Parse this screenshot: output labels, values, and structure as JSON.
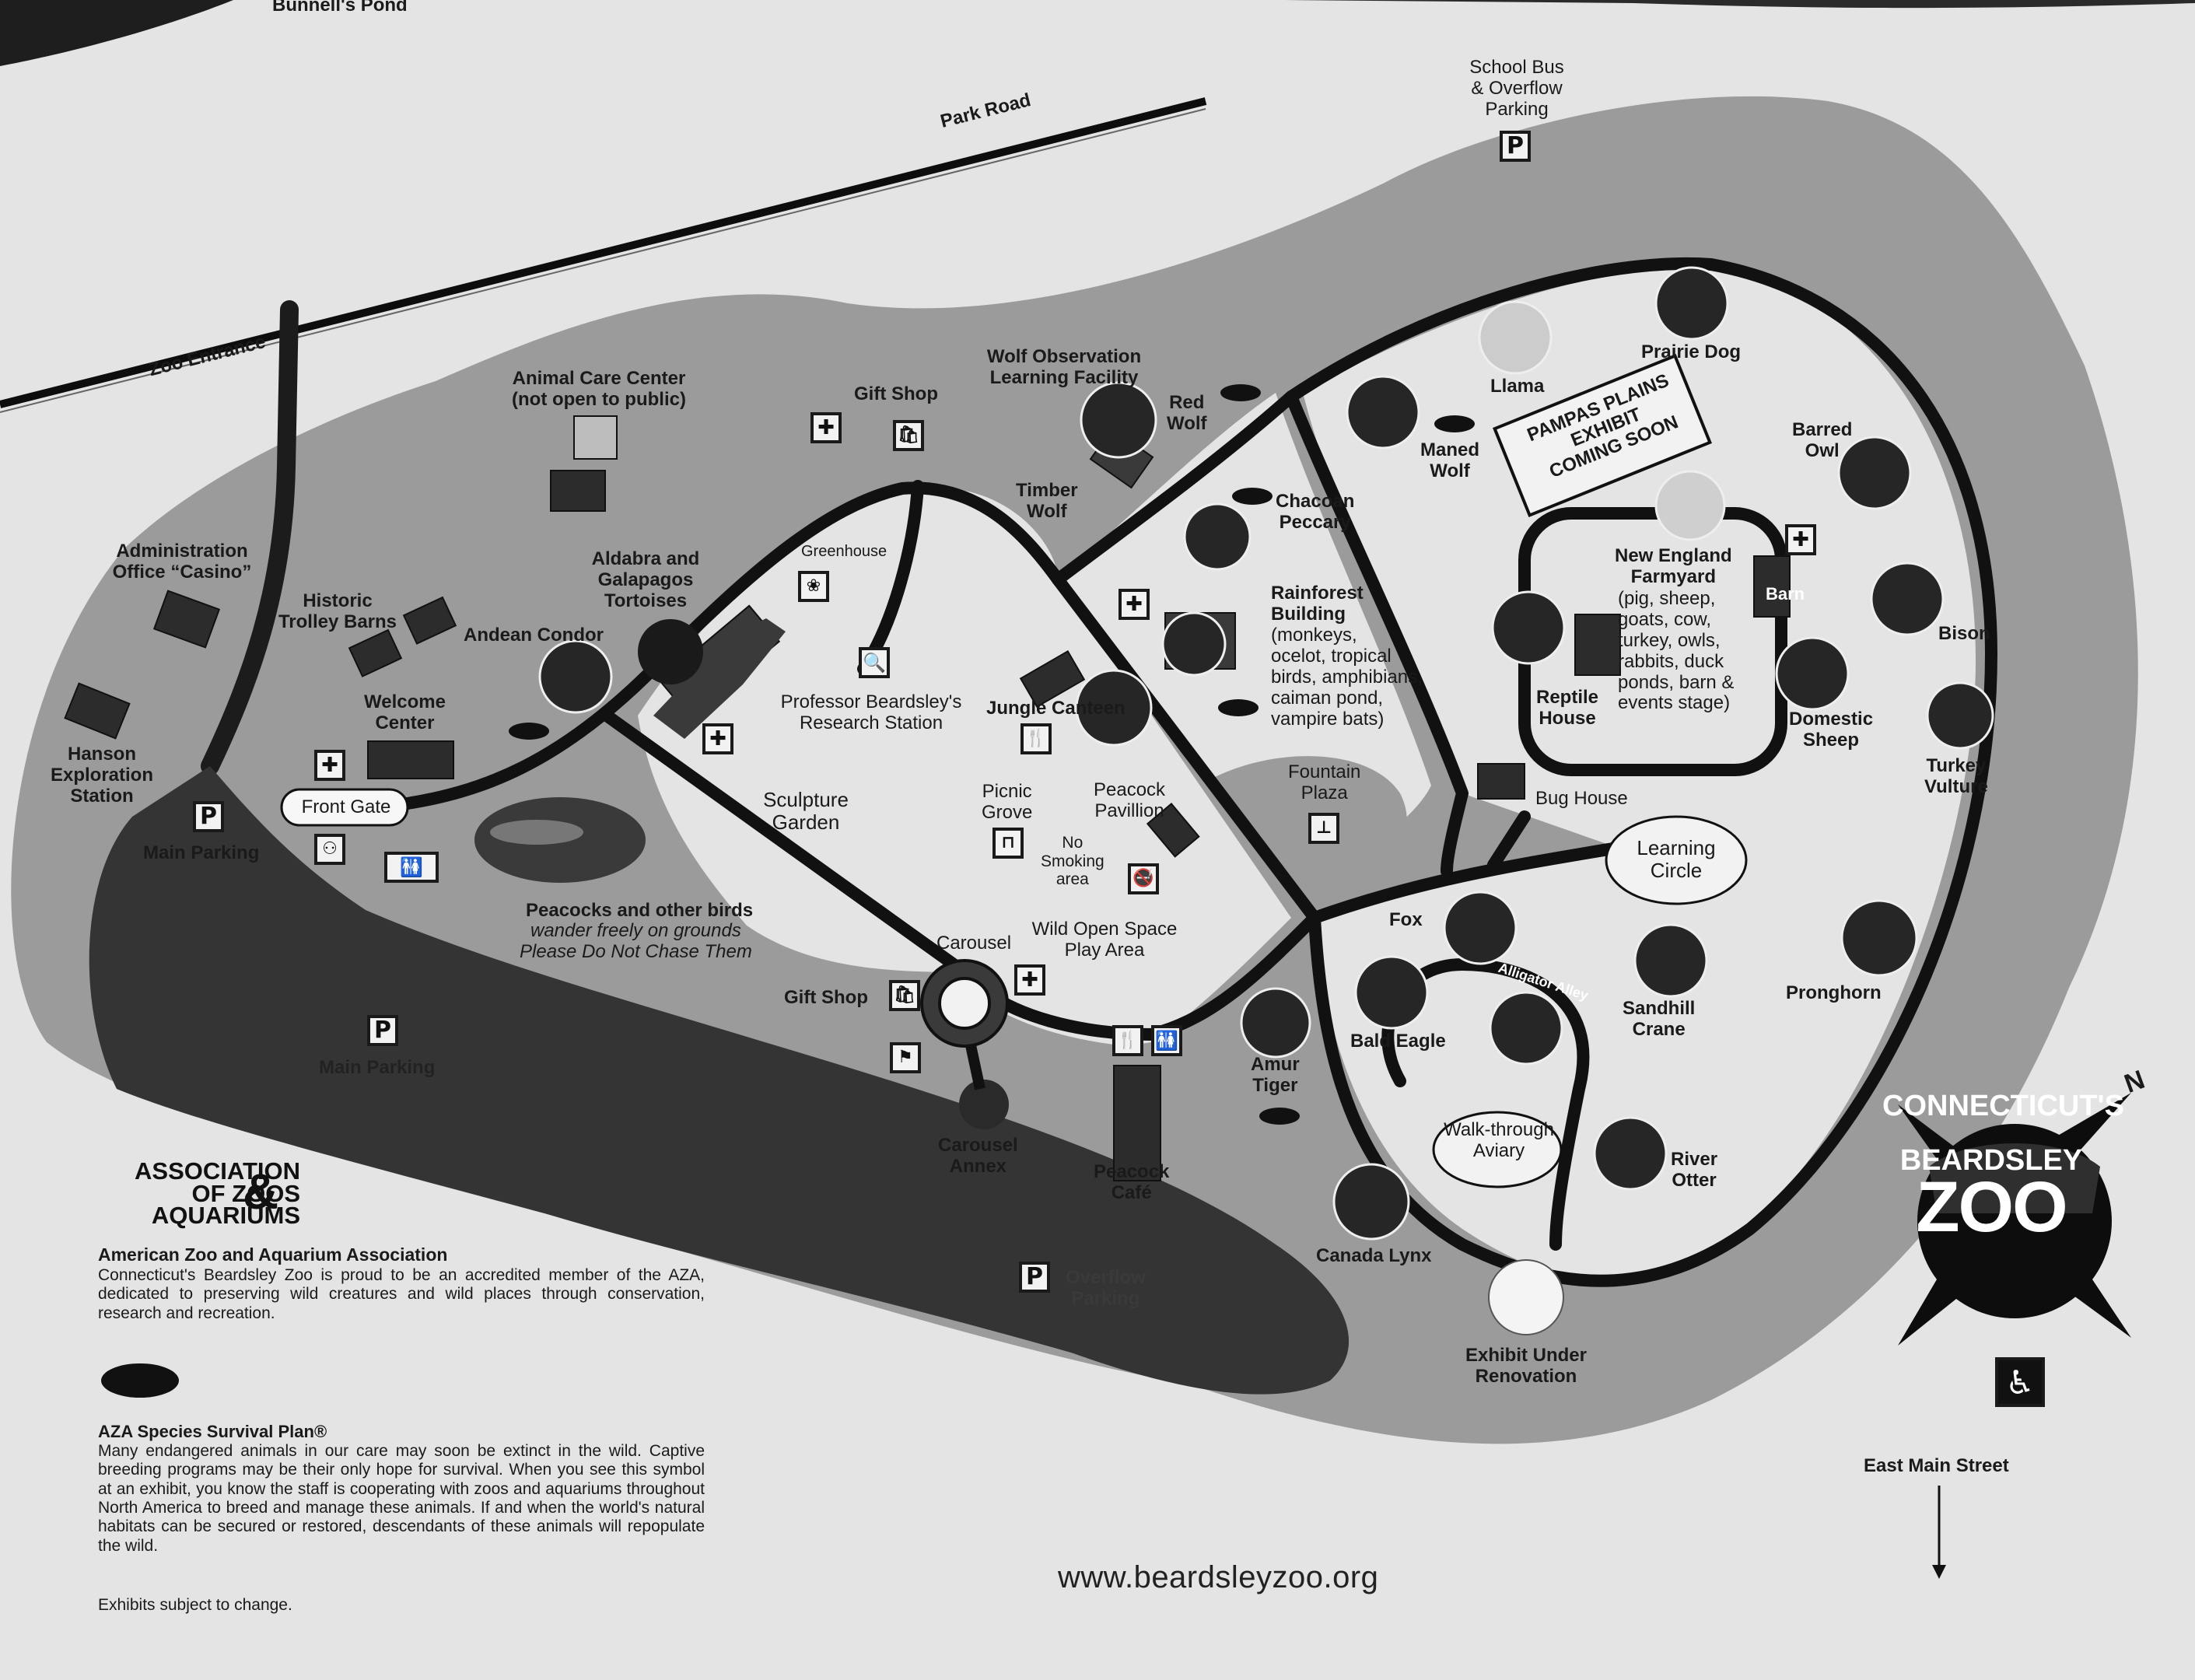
{
  "labels": {
    "bunnells_pond": "Bunnell's Pond",
    "park_road": "Park Road",
    "zoo_entrance": "Zoo Entrance",
    "school_bus": "School Bus\n& Overflow\nParking",
    "animal_care": "Animal Care Center\n(not open to public)",
    "gift_shop_top": "Gift Shop",
    "wolf_obs": "Wolf Observation\nLearning Facility",
    "red_wolf": "Red\nWolf",
    "timber_wolf": "Timber\nWolf",
    "llama": "Llama",
    "prairie_dog": "Prairie Dog",
    "maned_wolf": "Maned\nWolf",
    "pampas": "PAMPAS PLAINS\nEXHIBIT\nCOMING SOON",
    "barred_owl": "Barred\nOwl",
    "admin": "Administration\nOffice “Casino”",
    "trolley": "Historic\nTrolley Barns",
    "aldabra": "Aldabra and\nGalapagos\nTortoises",
    "greenhouse": "Greenhouse",
    "chacoan": "Chacoan\nPeccary",
    "rainforest_title": "Rainforest\nBuilding",
    "rainforest_desc": "(monkeys,\nocelot, tropical\nbirds, amphibians,\ncaiman pond,\nvampire bats)",
    "farmyard_title": "New England\nFarmyard",
    "farmyard_desc": "(pig, sheep,\ngoats, cow,\nturkey, owls,\nrabbits, duck\nponds, barn &\nevents stage)",
    "barn": "Barn",
    "bison": "Bison",
    "andean": "Andean Condor",
    "welcome": "Welcome\nCenter",
    "hanson": "Hanson\nExploration\nStation",
    "front_gate": "Front Gate",
    "main_parking_1": "Main Parking",
    "professor": "Professor Beardsley's\nResearch Station",
    "jungle": "Jungle Canteen",
    "reptile": "Reptile\nHouse",
    "domestic_sheep": "Domestic\nSheep",
    "turkey_vulture": "Turkey\nVulture",
    "sculpture": "Sculpture\nGarden",
    "picnic": "Picnic\nGrove",
    "peacock_pav": "Peacock\nPavillion",
    "fountain": "Fountain\nPlaza",
    "bug_house": "Bug House",
    "learning": "Learning\nCircle",
    "no_smoking": "No\nSmoking\narea",
    "peacocks_title": "Peacocks and other birds",
    "peacocks_sub": "wander freely on grounds\nPlease Do Not Chase Them",
    "carousel": "Carousel",
    "wild_open": "Wild Open Space\nPlay Area",
    "fox": "Fox",
    "gift_shop_bottom": "Gift Shop",
    "alligator": "Alligator Alley",
    "bald_eagle": "Bald Eagle",
    "sandhill": "Sandhill\nCrane",
    "pronghorn": "Pronghorn",
    "main_parking_2": "Main Parking",
    "amur": "Amur\nTiger",
    "aviary": "Walk-through\nAviary",
    "river_otter": "River\nOtter",
    "carousel_annex": "Carousel\nAnnex",
    "peacock_cafe": "Peacock\nCafé",
    "canada_lynx": "Canada Lynx",
    "overflow": "Overflow\nParking",
    "renovation": "Exhibit Under\nRenovation",
    "east_main": "East Main Street",
    "north": "N"
  },
  "icons": {
    "parking": "P",
    "first_aid": "✚",
    "restrooms": "🚻",
    "accessible": "♿",
    "no_smoking": "🚭",
    "shop": "shop-icon",
    "picnic": "picnic-table-icon",
    "food": "food-icon"
  },
  "aza": {
    "logo_text": "ASSOCIATION\nOF ZOOS\nAQUARIUMS",
    "logo_amp": "&",
    "title": "American Zoo and Aquarium Association",
    "body": "Connecticut's Beardsley Zoo is proud to be an accredited member of the AZA, dedicated to preserving wild creatures and wild places through conservation, research and recreation.",
    "ssp_title": "AZA Species Survival Plan®",
    "ssp_body": "Many endangered animals in our care may soon be extinct in the wild. Captive breeding programs may be their only hope for survival. When you see this symbol at an exhibit, you know the staff is cooperating with zoos and aquariums throughout North America to breed and manage these animals. If and when the world's natural habitats can be secured or restored, descendants of these animals will repopulate the wild.",
    "disclaimer": "Exhibits subject to change."
  },
  "url": "www.beardsleyzoo.org",
  "badge": {
    "line1": "CONNECTICUT'S",
    "line2": "BEARDSLEY",
    "line3": "ZOO"
  },
  "colors": {
    "paper": "#e4e4e4",
    "grounds": "#9b9b9b",
    "lawn": "#e8e8e8",
    "parking": "#343434",
    "path": "#111111"
  }
}
